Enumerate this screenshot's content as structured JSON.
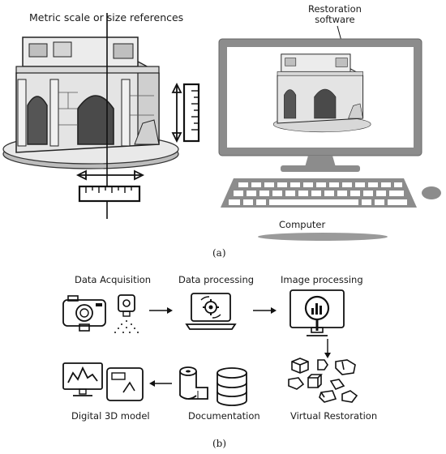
{
  "panel_a": {
    "scale_label": "Metric scale or size references",
    "software_label_line1": "Restoration",
    "software_label_line2": "software",
    "computer_label": "Computer",
    "caption": "(a)"
  },
  "panel_b": {
    "steps": {
      "acquisition": "Data Acquisition",
      "processing": "Data processing",
      "image": "Image processing",
      "documentation": "Documentation",
      "model": "Digital 3D model",
      "restoration": "Virtual Restoration"
    },
    "caption": "(b)"
  },
  "icons": [
    "camera-icon",
    "scanner-icon",
    "laptop-gear-icon",
    "magnifier-monitor-icon",
    "fragments-icon",
    "film-roll-icon",
    "database-icon",
    "monitor-chart-icon",
    "model-window-icon",
    "ruler-icon",
    "arch-icon",
    "computer-icon",
    "keyboard-icon",
    "mouse-icon"
  ],
  "colors": {
    "ink": "#1a1a1a",
    "stone": "#e6e6e6",
    "shadow": "#9a9a9a",
    "screen_frame": "#8c8c8c"
  }
}
